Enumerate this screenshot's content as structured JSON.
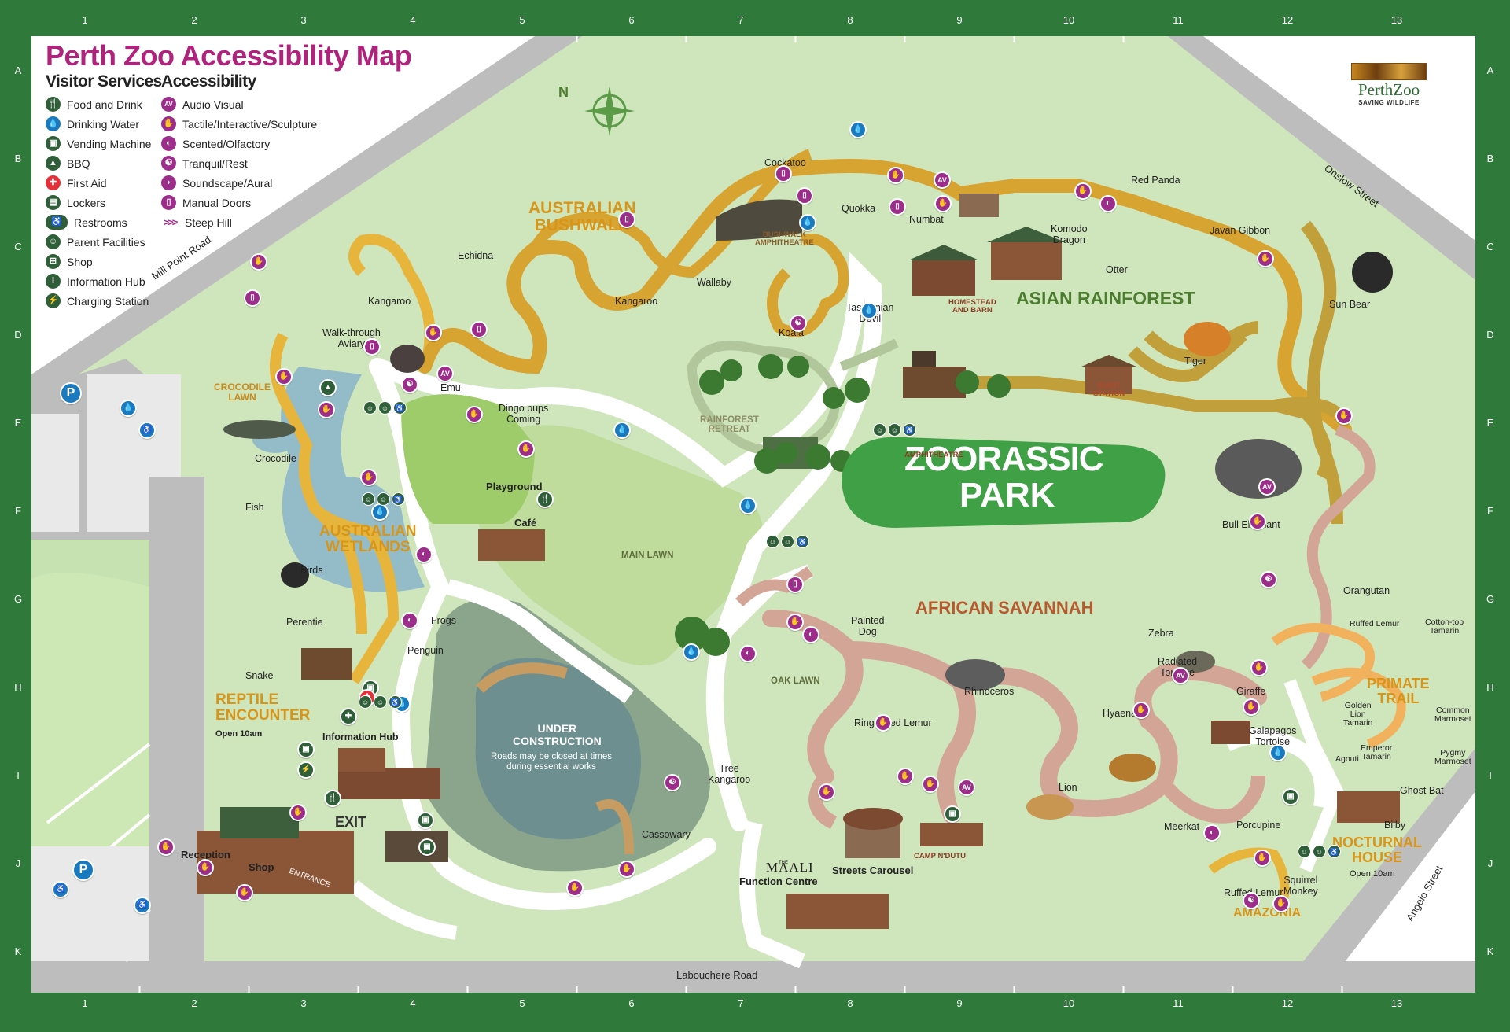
{
  "title": "Perth Zoo Accessibility Map",
  "legend": {
    "visitor_services": {
      "heading": "Visitor Services",
      "items": [
        "Food and Drink",
        "Drinking Water",
        "Vending Machine",
        "BBQ",
        "First Aid",
        "Lockers",
        "Restrooms",
        "Parent Facilities",
        "Shop",
        "Information Hub",
        "Charging Station"
      ]
    },
    "accessibility": {
      "heading": "Accessibility",
      "items": [
        "Audio Visual",
        "Tactile/Interactive/Sculpture",
        "Scented/Olfactory",
        "Tranquil/Rest",
        "Soundscape/Aural",
        "Manual Doors",
        "Steep Hill"
      ]
    }
  },
  "logo": {
    "name": "PerthZoo",
    "tagline": "SAVING WILDLIFE"
  },
  "grid": {
    "columns": [
      "1",
      "2",
      "3",
      "4",
      "5",
      "6",
      "7",
      "8",
      "9",
      "10",
      "11",
      "12",
      "13"
    ],
    "rows": [
      "A",
      "B",
      "C",
      "D",
      "E",
      "F",
      "G",
      "H",
      "I",
      "J",
      "K"
    ]
  },
  "compass": "N",
  "roads": {
    "mill_point": "Mill Point Road",
    "onslow": "Onslow Street",
    "labouchere": "Labouchere Road",
    "angelo": "Angelo Street"
  },
  "zones": {
    "australian_bushwalk": "AUSTRALIAN\nBUSHWALK",
    "asian_rainforest": "ASIAN RAINFOREST",
    "african_savannah": "AFRICAN SAVANNAH",
    "australian_wetlands": "AUSTRALIAN\nWETLANDS",
    "reptile_encounter": "REPTILE\nENCOUNTER",
    "reptile_open": "Open 10am",
    "crocodile_lawn": "CROCODILE\nLAWN",
    "primate_trail": "PRIMATE\nTRAIL",
    "nocturnal_house": "NOCTURNAL\nHOUSE",
    "nocturnal_open": "Open 10am",
    "amazonia": "AMAZONIA",
    "zoorassic_1": "ZOORASSIC",
    "zoorassic_2": "PARK"
  },
  "places": {
    "main_lawn": "MAIN LAWN",
    "oak_lawn": "OAK LAWN",
    "rainforest_retreat": "RAINFOREST\nRETREAT",
    "bushwalk_amphitheatre": "BUSHWALK\nAMPHITHEATRE",
    "homestead": "HOMESTEAD\nAND BARN",
    "bukit_station": "BUKIT\nSTATION",
    "amphitheatre": "AMPHITHEATRE",
    "camp_ndutu": "CAMP N'DUTU",
    "under_construction": "UNDER\nCONSTRUCTION",
    "construction_note": "Roads may be closed at times\nduring essential works",
    "playground": "Playground",
    "cafe": "Café",
    "information_hub": "Information Hub",
    "exit": "EXIT",
    "reception": "Reception",
    "shop": "Shop",
    "entrance": "ENTRANCE",
    "maali_prefix": "THE",
    "maali": "MAALI",
    "function_centre": "Function Centre",
    "carousel": "Streets Carousel",
    "walk_through_aviary": "Walk-through\nAviary",
    "dingo_pups": "Dingo pups\nComing"
  },
  "animals": {
    "kangaroo_1": "Kangaroo",
    "echidna": "Echidna",
    "emu": "Emu",
    "kangaroo_2": "Kangaroo",
    "wallaby": "Wallaby",
    "cockatoo": "Cockatoo",
    "quokka": "Quokka",
    "numbat": "Numbat",
    "tasmanian_devil": "Tasmanian\nDevil",
    "koala": "Koala",
    "red_panda": "Red Panda",
    "javan_gibbon": "Javan Gibbon",
    "komodo": "Komodo\nDragon",
    "otter": "Otter",
    "sun_bear": "Sun Bear",
    "tiger": "Tiger",
    "crocodile": "Crocodile",
    "fish": "Fish",
    "birds": "Birds",
    "frogs": "Frogs",
    "perentie": "Perentie",
    "penguin": "Penguin",
    "snake": "Snake",
    "bull_elephant": "Bull Elephant",
    "orangutan": "Orangutan",
    "painted_dog": "Painted\nDog",
    "zebra": "Zebra",
    "radiated_tortoise": "Radiated\nTortoise",
    "giraffe": "Giraffe",
    "rhinoceros": "Rhinoceros",
    "hyaena": "Hyaena",
    "ring_tailed_lemur": "Ring-tailed Lemur",
    "lion": "Lion",
    "galapagos": "Galapagos\nTortoise",
    "meerkat": "Meerkat",
    "porcupine": "Porcupine",
    "ghost_bat": "Ghost Bat",
    "bilby": "Bilby",
    "ruffed_lemur_1": "Ruffed Lemur",
    "cotton_top": "Cotton-top\nTamarin",
    "golden_lion": "Golden\nLion\nTamarin",
    "common_marmoset": "Common\nMarmoset",
    "emperor_tamarin": "Emperor\nTamarin",
    "agouti": "Agouti",
    "pygmy_marmoset": "Pygmy\nMarmoset",
    "ruffed_lemur_2": "Ruffed Lemur",
    "squirrel_monkey": "Squirrel\nMonkey",
    "tree_kangaroo": "Tree\nKangaroo",
    "cassowary": "Cassowary"
  },
  "colors": {
    "frame": "#2f7a3b",
    "grass": "#cfe6bd",
    "path": "#ffffff",
    "bush_path": "#d8a431",
    "savannah_path": "#d3a597",
    "water": "#94bcc8",
    "road": "#bdbdbd",
    "accent": "#9c2d8a"
  },
  "icons": {
    "tactile": "hand-icon",
    "water": "water-drop-icon",
    "restroom": "restroom-icon",
    "parking": "parking-icon",
    "wheelchair": "wheelchair-icon"
  }
}
